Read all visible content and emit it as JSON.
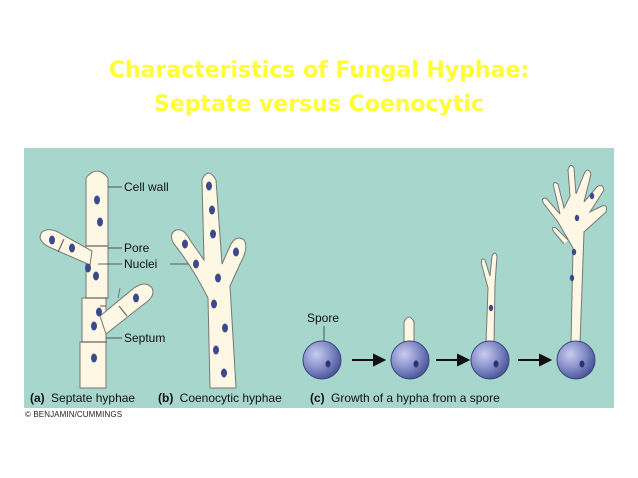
{
  "title": {
    "line1": "Characteristics of Fungal Hyphae:",
    "line2": "Septate versus Coenocytic"
  },
  "labels": {
    "cell_wall": "Cell wall",
    "pore": "Pore",
    "nuclei": "Nuclei",
    "septum": "Septum",
    "spore": "Spore"
  },
  "captions": {
    "a_letter": "(a)",
    "a_text": "Septate hyphae",
    "b_letter": "(b)",
    "b_text": "Coenocytic hyphae",
    "c_letter": "(c)",
    "c_text": "Growth of a hypha from a spore"
  },
  "credit": "© BENJAMIN/CUMMINGS",
  "colors": {
    "title": "#ffff33",
    "panel": "#a7d6cc",
    "hypha": "#fdf7e4",
    "nucleus": "#3c4a8c",
    "spore": "#7f88c4"
  }
}
